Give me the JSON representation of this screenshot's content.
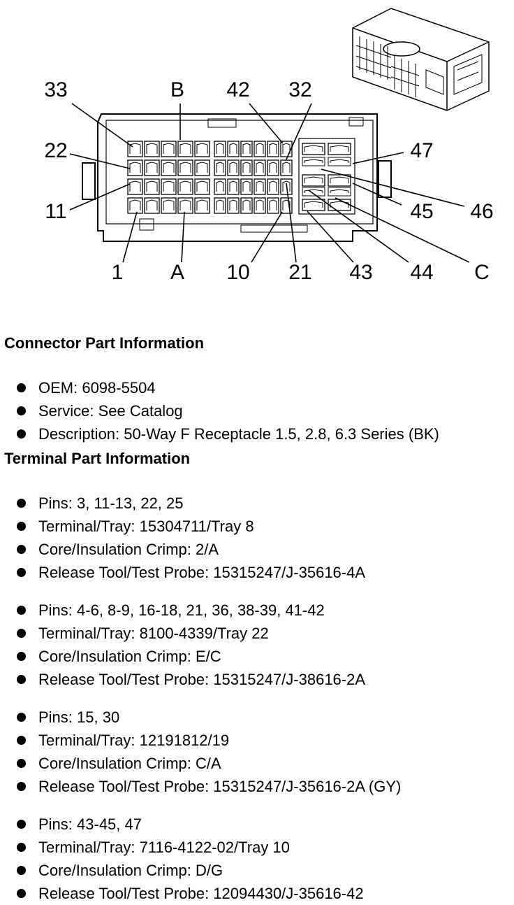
{
  "diagram": {
    "callouts": {
      "pin33": "33",
      "pinB": "B",
      "pin42": "42",
      "pin32": "32",
      "pin22": "22",
      "pin47": "47",
      "pin11": "11",
      "pin45": "45",
      "pin46": "46",
      "pin1": "1",
      "pinA": "A",
      "pin10": "10",
      "pin21": "21",
      "pin43": "43",
      "pin44": "44",
      "pinC": "C"
    }
  },
  "connector": {
    "title": "Connector Part Information",
    "items": [
      "OEM: 6098-5504",
      "Service: See Catalog",
      "Description: 50-Way F Receptacle 1.5, 2.8, 6.3 Series (BK)"
    ]
  },
  "terminal": {
    "title": "Terminal Part Information",
    "groups": [
      {
        "items": [
          "Pins: 3, 11-13, 22, 25",
          "Terminal/Tray: 15304711/Tray 8",
          "Core/Insulation Crimp: 2/A",
          "Release Tool/Test Probe: 15315247/J-35616-4A"
        ]
      },
      {
        "items": [
          "Pins: 4-6, 8-9, 16-18, 21, 36, 38-39, 41-42",
          "Terminal/Tray: 8100-4339/Tray 22",
          "Core/Insulation Crimp: E/C",
          "Release Tool/Test Probe: 15315247/J-38616-2A"
        ]
      },
      {
        "items": [
          "Pins: 15, 30",
          "Terminal/Tray: 12191812/19",
          "Core/Insulation Crimp: C/A",
          "Release Tool/Test Probe: 15315247/J-35616-2A (GY)"
        ]
      },
      {
        "items": [
          "Pins: 43-45, 47",
          "Terminal/Tray: 7116-4122-02/Tray 10",
          "Core/Insulation Crimp: D/G",
          "Release Tool/Test Probe: 12094430/J-35616-42"
        ]
      }
    ]
  }
}
